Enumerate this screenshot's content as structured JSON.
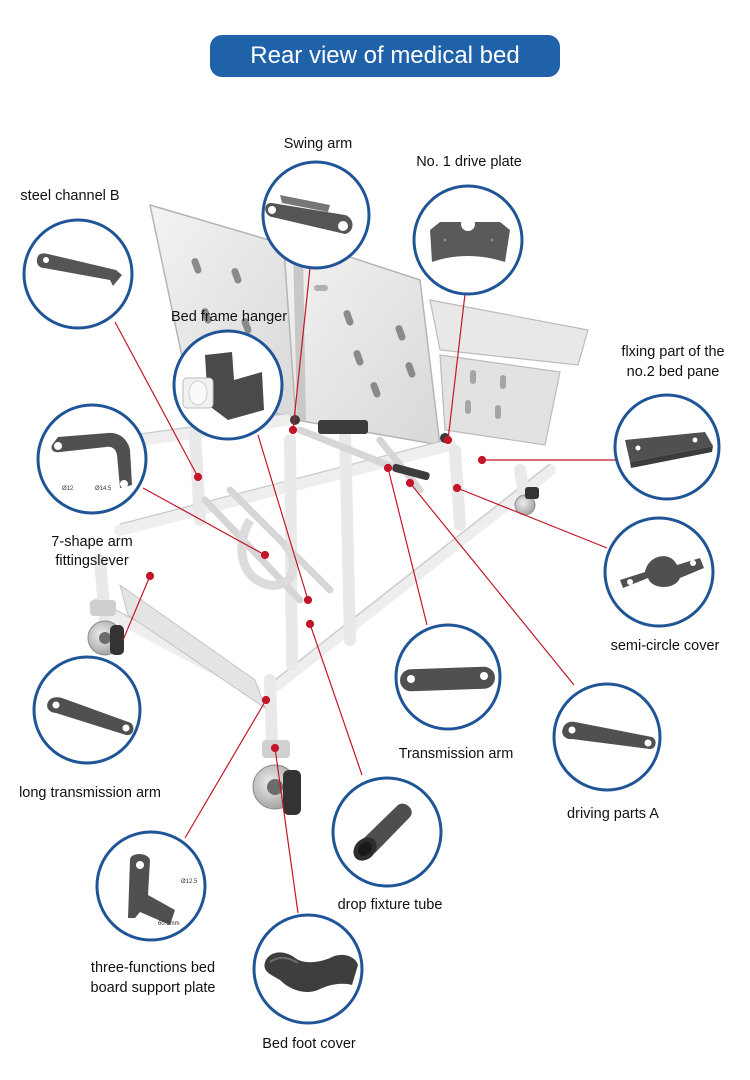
{
  "title": "Rear view of medical bed",
  "parts": [
    {
      "id": "swing-arm",
      "label": "Swing arm"
    },
    {
      "id": "drive-plate",
      "label": "No. 1 drive plate"
    },
    {
      "id": "steel-channel-b",
      "label": "steel channel B"
    },
    {
      "id": "bed-frame-hanger",
      "label": "Bed frame hanger"
    },
    {
      "id": "fixing-part",
      "label_line1": "flxing part of the",
      "label_line2": "no.2 bed pane"
    },
    {
      "id": "seven-shape-arm",
      "label_line1": "7-shape arm",
      "label_line2": "fittingslever",
      "dim1": "Ø12",
      "dim2": "Ø14.5"
    },
    {
      "id": "semi-circle-cover",
      "label": "semi-circle cover"
    },
    {
      "id": "transmission-arm",
      "label": "Transmission arm"
    },
    {
      "id": "long-transmission-arm",
      "label": "long transmission arm"
    },
    {
      "id": "driving-parts-a",
      "label": "driving parts A"
    },
    {
      "id": "drop-fixture-tube",
      "label": "drop fixture tube"
    },
    {
      "id": "support-plate",
      "label_line1": "three-functions bed",
      "label_line2": "board support plate",
      "dim1": "Ø12.5",
      "dim2": "60.5mm"
    },
    {
      "id": "bed-foot-cover",
      "label": "Bed foot cover"
    }
  ],
  "colors": {
    "accent": "#1f62a9",
    "leader": "#c4162a",
    "circle_border": "#1f5596",
    "part_fill": "#555555"
  }
}
